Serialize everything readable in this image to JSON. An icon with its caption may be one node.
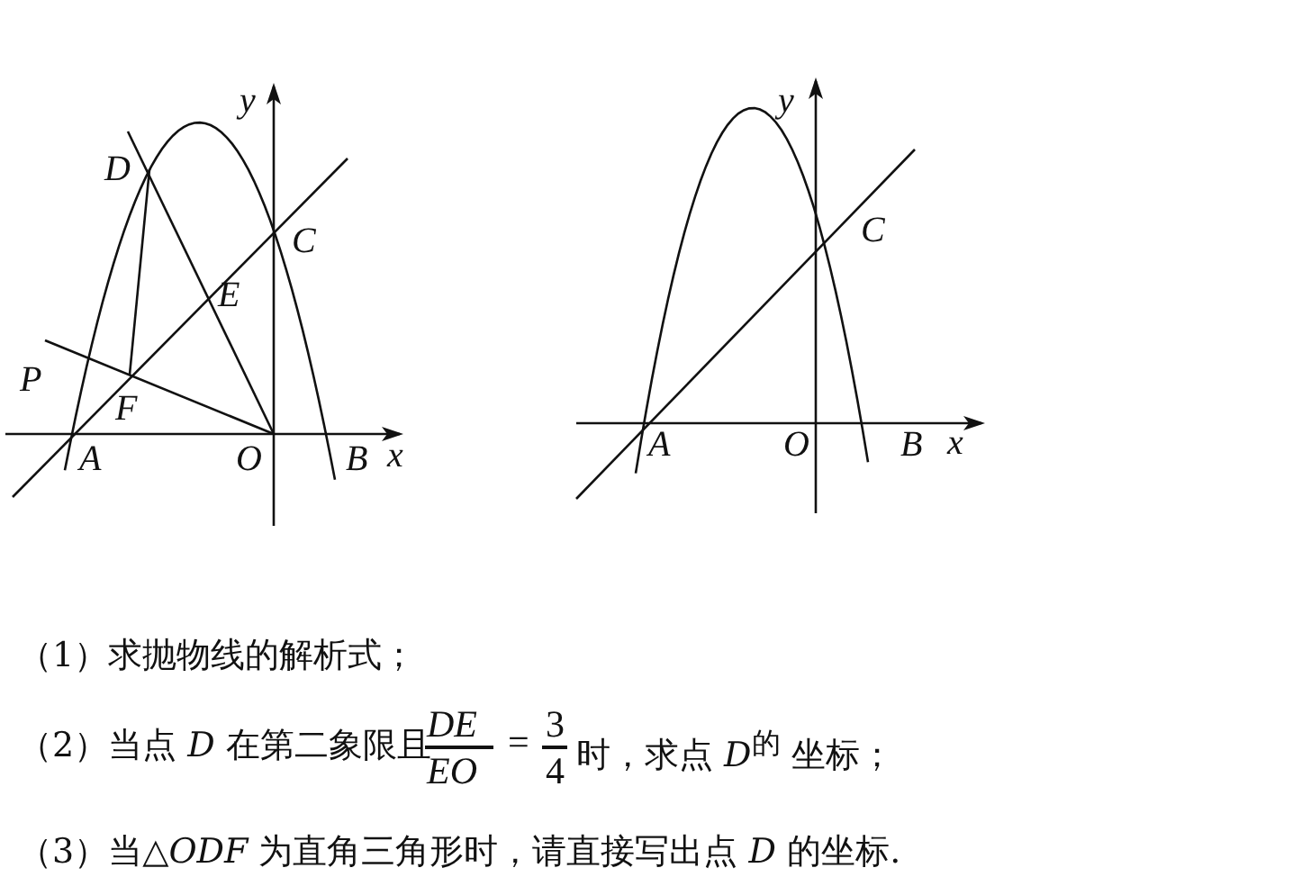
{
  "diagram": {
    "labels": [
      "y",
      "D",
      "C",
      "E",
      "P",
      "F",
      "A",
      "O",
      "B",
      "x",
      "y",
      "C",
      "A",
      "O",
      "B",
      "x",
      "（1）求抛物线的解析式；",
      "（2）当点 *D* 在第二象限且",
      "DE",
      "EO",
      "=",
      "3",
      "4",
      "时，求点 *D*$^{的}$  坐标；",
      "（3）当△*ODF* 为直角三角形时，请直接写出点 *D* 的坐标."
    ]
  }
}
